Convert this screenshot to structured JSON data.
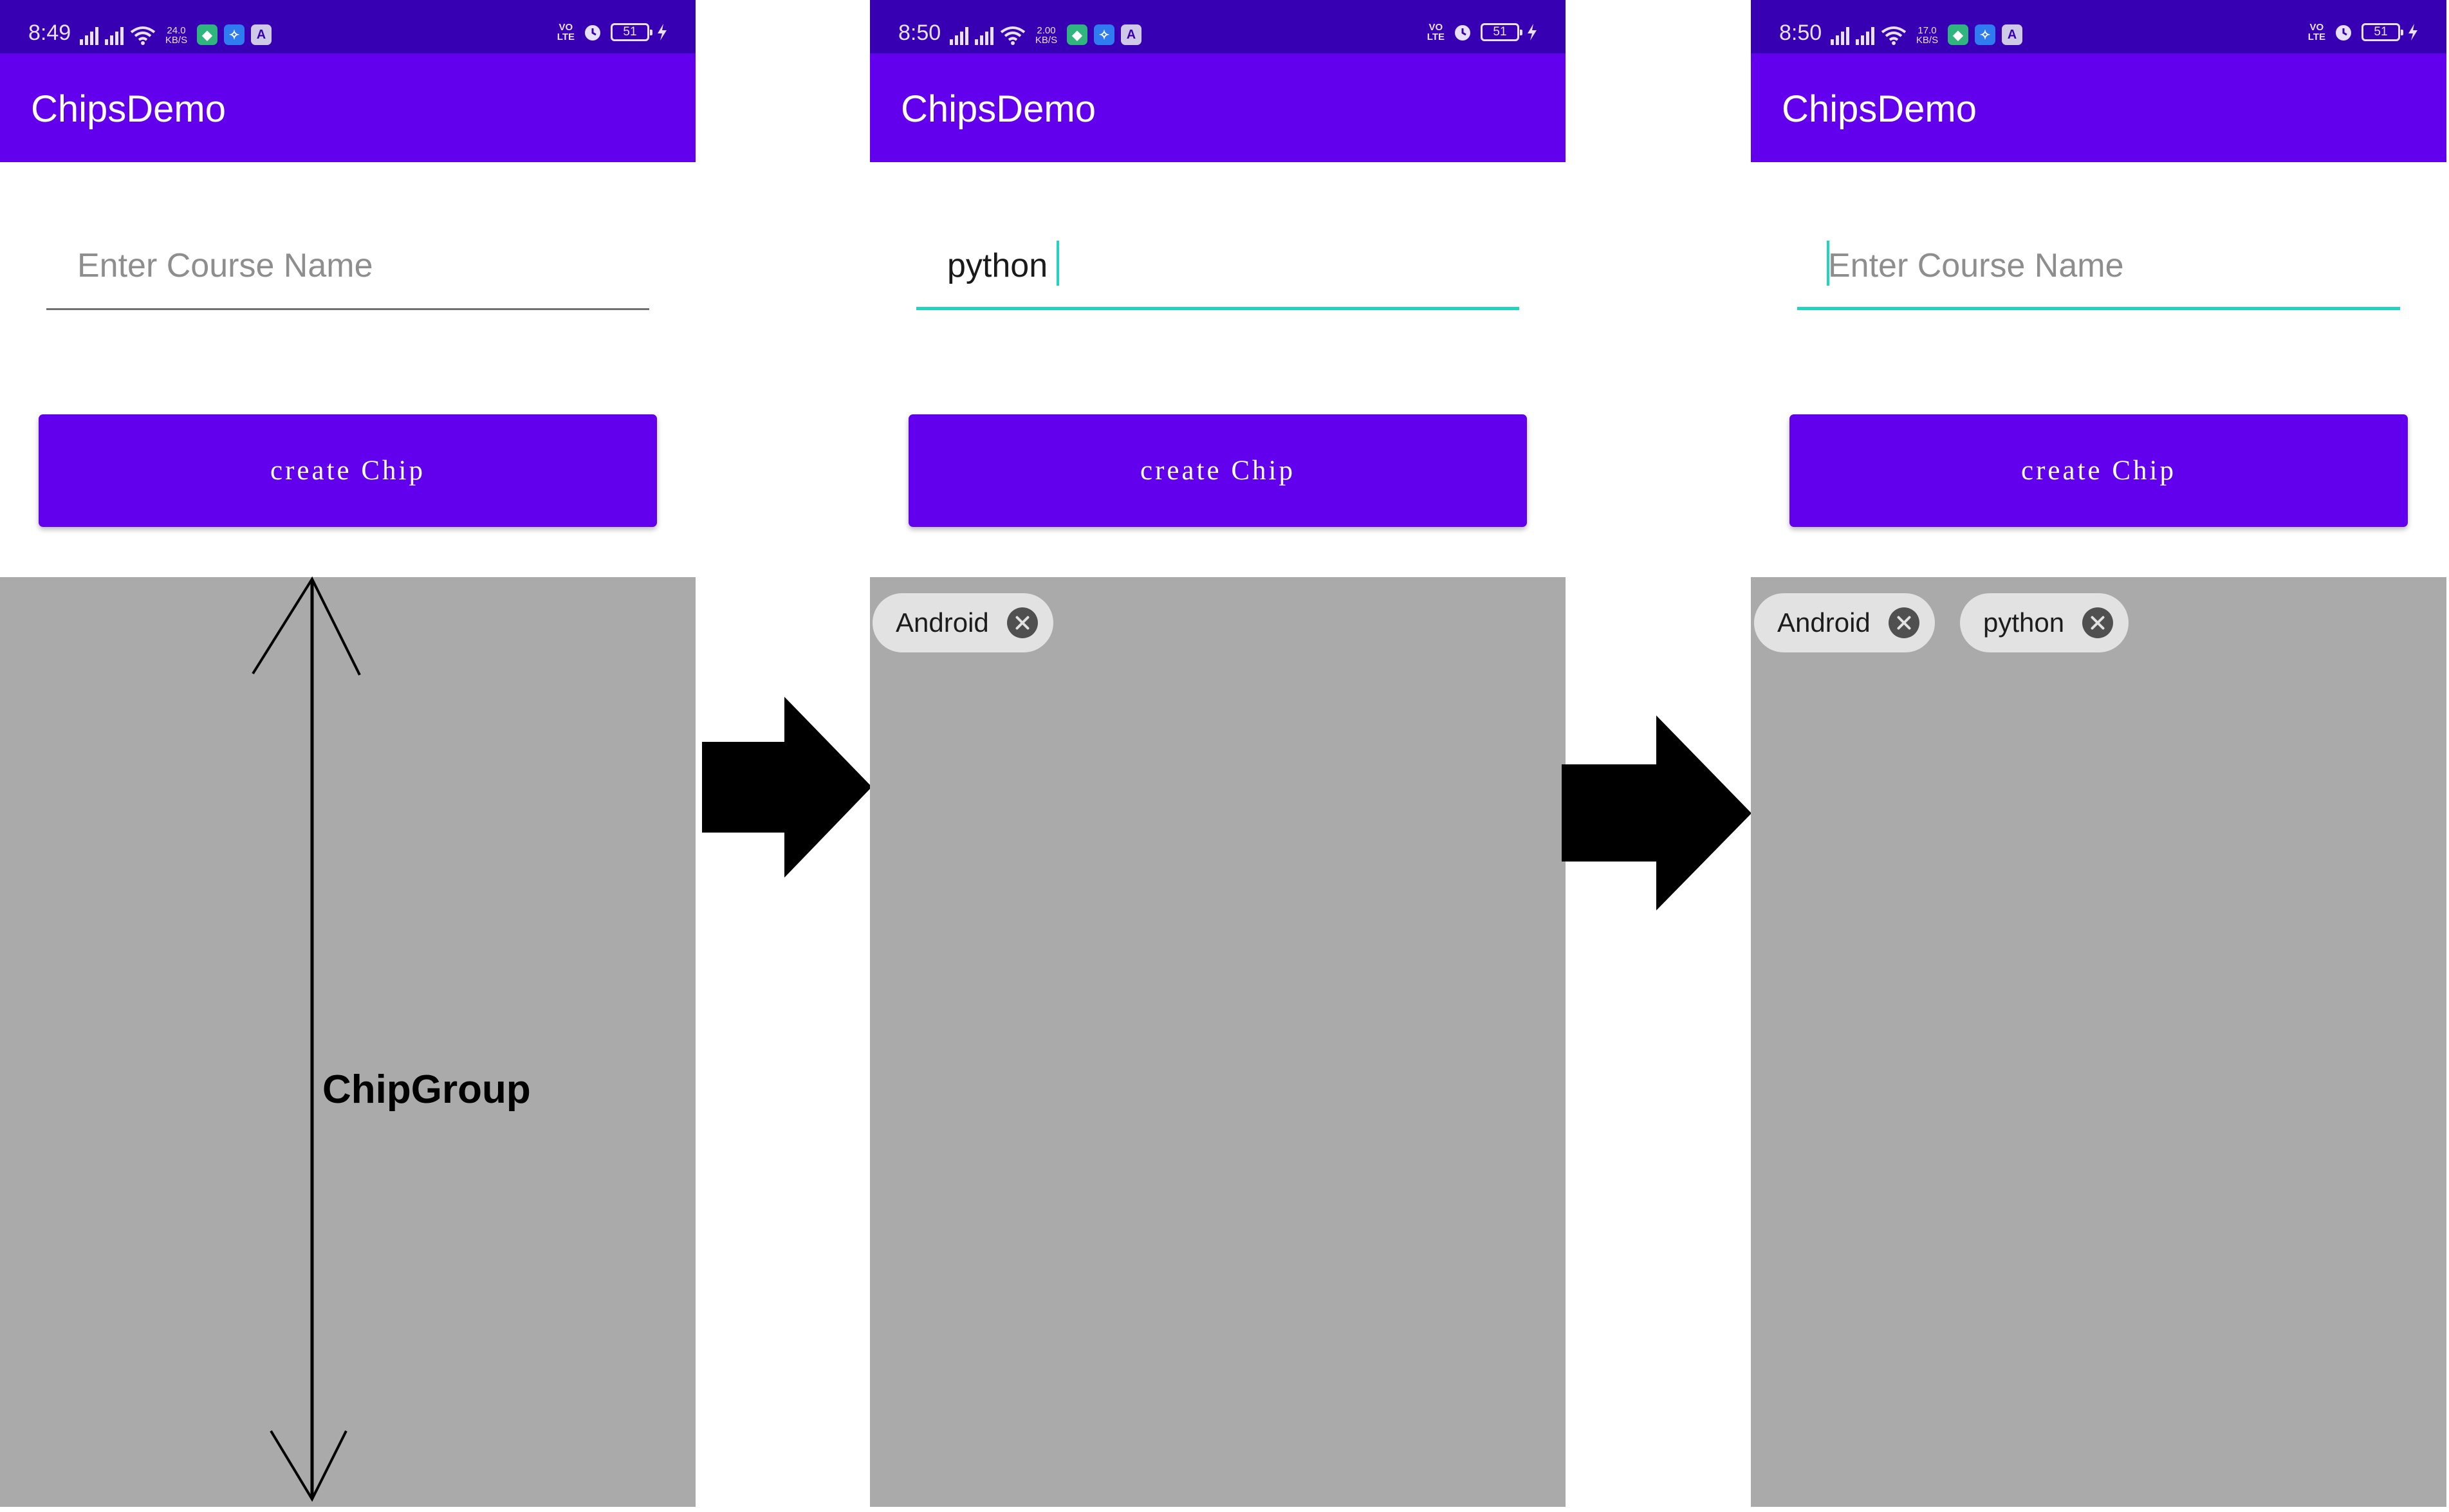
{
  "panels": [
    {
      "status": {
        "time": "8:49",
        "speed_value": "24.0",
        "speed_unit": "KB/S",
        "volte_top": "VO",
        "volte_bottom": "LTE",
        "battery": "51"
      },
      "appbar": {
        "title": "ChipsDemo"
      },
      "input": {
        "value": "",
        "placeholder": "Enter Course Name",
        "focused": false
      },
      "button": {
        "label": "create Chip"
      },
      "chips": [],
      "annotation": "ChipGroup"
    },
    {
      "status": {
        "time": "8:50",
        "speed_value": "2.00",
        "speed_unit": "KB/S",
        "volte_top": "VO",
        "volte_bottom": "LTE",
        "battery": "51"
      },
      "appbar": {
        "title": "ChipsDemo"
      },
      "input": {
        "value": "python",
        "placeholder": "Enter Course Name",
        "focused": true
      },
      "button": {
        "label": "create Chip"
      },
      "chips": [
        {
          "label": "Android"
        }
      ]
    },
    {
      "status": {
        "time": "8:50",
        "speed_value": "17.0",
        "speed_unit": "KB/S",
        "volte_top": "VO",
        "volte_bottom": "LTE",
        "battery": "51"
      },
      "appbar": {
        "title": "ChipsDemo"
      },
      "input": {
        "value": "",
        "placeholder": "Enter Course Name",
        "focused": true
      },
      "button": {
        "label": "create Chip"
      },
      "chips": [
        {
          "label": "Android"
        },
        {
          "label": "python"
        }
      ]
    }
  ],
  "icons": [
    "signal-icon",
    "wifi-icon",
    "shield-app-icon",
    "vpn-app-icon",
    "app-store-icon",
    "alarm-icon",
    "battery-icon",
    "charging-bolt-icon",
    "chip-close-icon",
    "flow-arrow-icon"
  ],
  "colors": {
    "status_bar": "#3700b3",
    "app_bar": "#6200ee",
    "button": "#6200ee",
    "chip_group_bg": "#aaaaaa",
    "chip_bg": "#e2e2e2",
    "focus_line": "#1ed6c0"
  }
}
